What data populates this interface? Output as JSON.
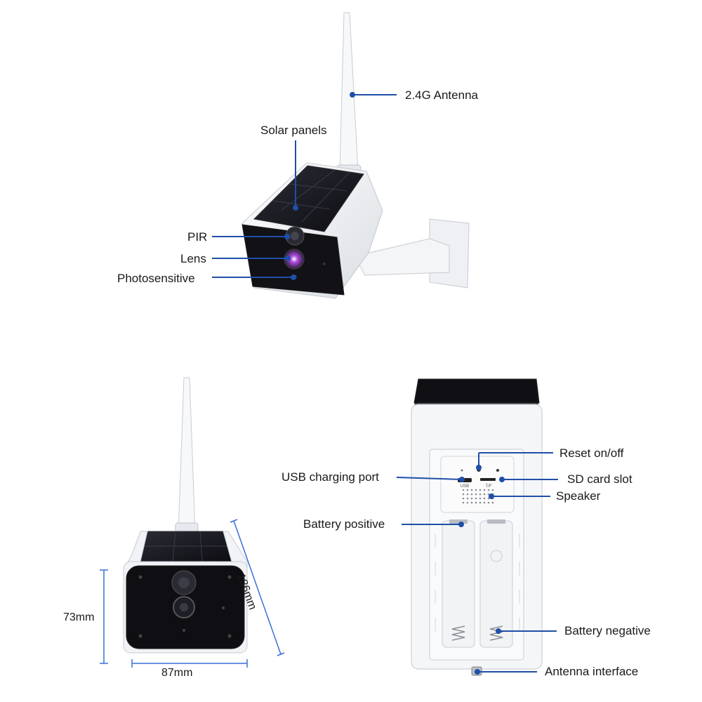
{
  "colors": {
    "callout_line": "#1f4fa8",
    "dimension_line": "#3a6fd8",
    "body": "#f4f6f8",
    "panel": "#1c1c22",
    "front": "#111114"
  },
  "top_view": {
    "labels": {
      "antenna": "2.4G Antenna",
      "solar": "Solar panels",
      "pir": "PIR",
      "lens": "Lens",
      "photosensitive": "Photosensitive"
    }
  },
  "front_view": {
    "dimensions": {
      "height": "73mm",
      "width": "87mm",
      "length": "186mm"
    }
  },
  "back_view": {
    "labels": {
      "reset": "Reset on/off",
      "usb": "USB charging port",
      "sd": "SD card slot",
      "speaker": "Speaker",
      "battery_positive": "Battery positive",
      "battery_negative": "Battery negative",
      "antenna_interface": "Antenna interface"
    },
    "port_marks": {
      "usb": "USB",
      "tf": "T/F"
    }
  }
}
